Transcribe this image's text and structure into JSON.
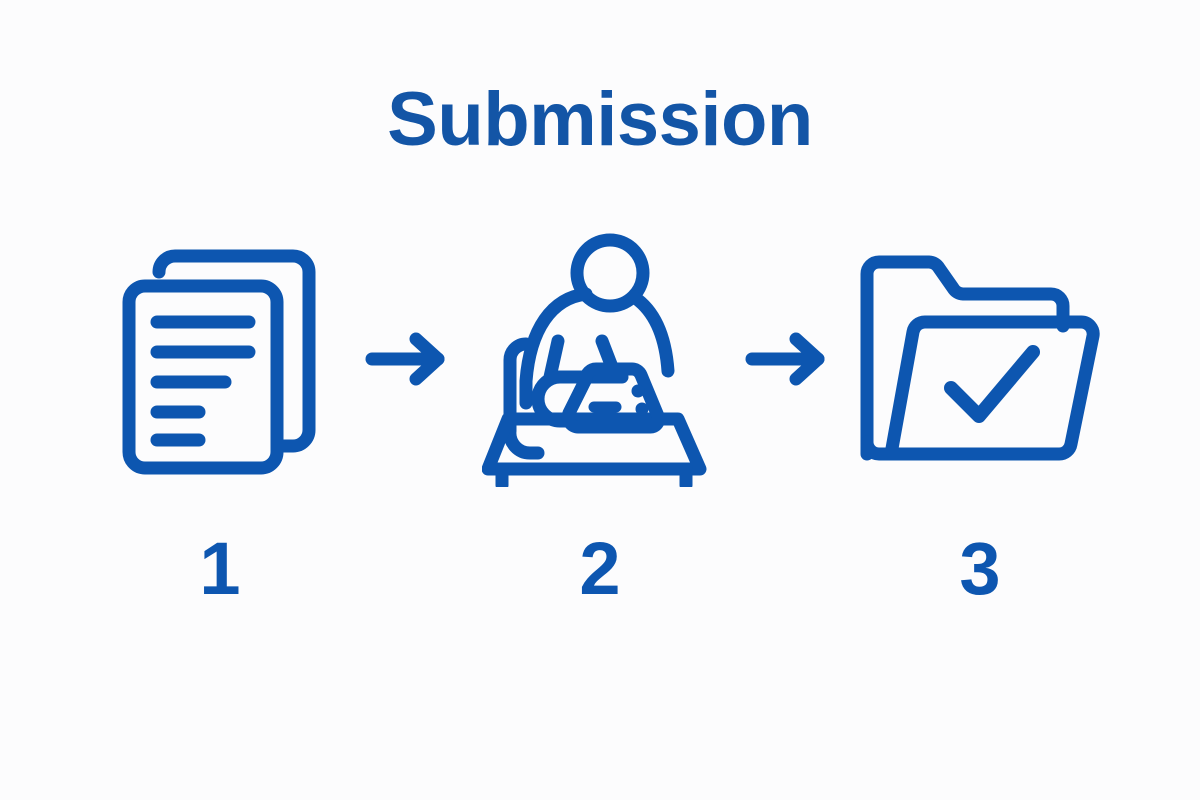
{
  "page": {
    "title": "Submission",
    "background_color": "#fcfcfd",
    "accent_color": "#0d56b0",
    "title_color": "#1355a6"
  },
  "steps": [
    {
      "number": "1",
      "icon": "documents-icon",
      "icon_description": "stack of two documents with five text lines",
      "lines": 5
    },
    {
      "number": "2",
      "icon": "person-at-desk-icon",
      "icon_description": "person seated at a desk filling out a form",
      "lines": 0
    },
    {
      "number": "3",
      "icon": "folder-check-icon",
      "icon_description": "open folder containing a checkmark",
      "lines": 0
    }
  ],
  "connectors": [
    {
      "icon": "arrow-right-icon",
      "direction": "right"
    },
    {
      "icon": "arrow-right-icon",
      "direction": "right"
    }
  ]
}
